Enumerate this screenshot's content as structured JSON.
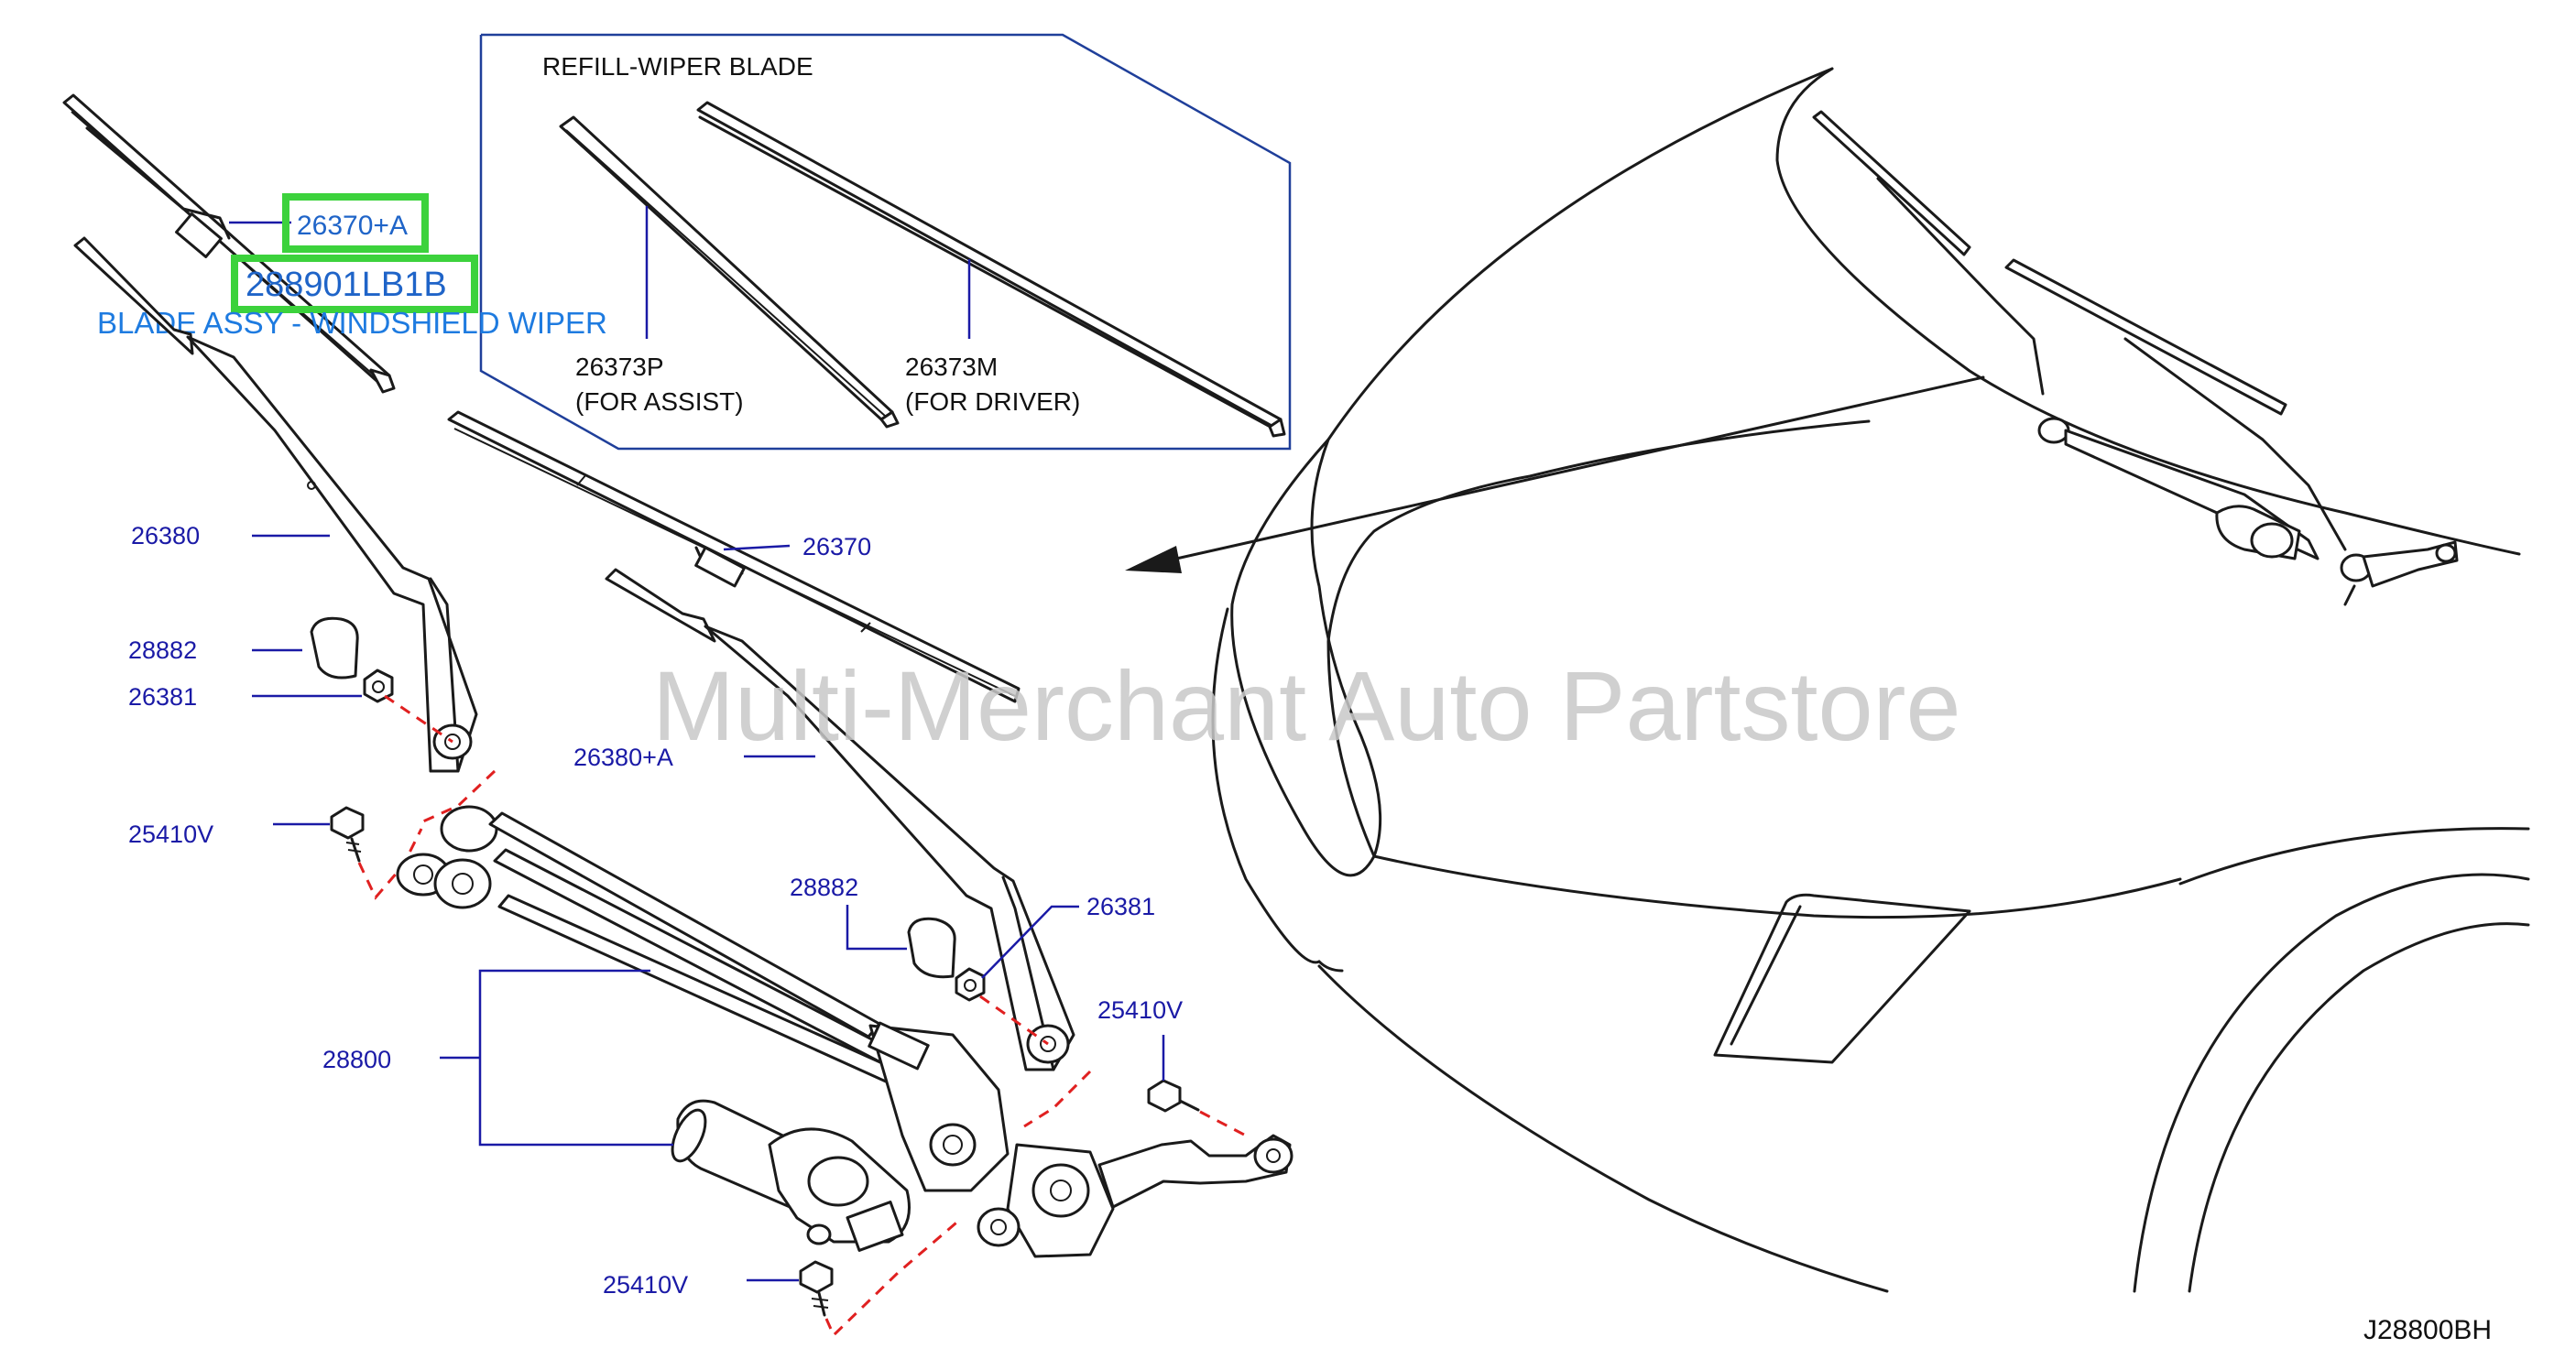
{
  "refill_box": {
    "title": "REFILL-WIPER  BLADE",
    "assist_part": "26373P",
    "assist_note": "(FOR  ASSIST)",
    "driver_part": "26373M",
    "driver_note": "(FOR  DRIVER)"
  },
  "highlight": {
    "blade_part": "26370+A",
    "oem_part": "288901LB1B",
    "oem_description": "BLADE ASSY - WINDSHIELD WIPER",
    "color": "#3cd23c"
  },
  "labels": {
    "arm_left": "26380",
    "cap_left": "28882",
    "nut_left": "26381",
    "bolt_left": "25410V",
    "blade_right": "26370",
    "arm_right": "26380+A",
    "cap_right": "28882",
    "nut_right": "26381",
    "bolt_right": "25410V",
    "linkage": "28800",
    "bolt_bottom": "25410V"
  },
  "watermark": "Multi-Merchant Auto Partstore",
  "diagram_code": "J28800BH",
  "colors": {
    "part_label": "#1a1aa6",
    "highlight_text": "#1f64c8",
    "dashed_leader": "#e02020",
    "inset_border": "#1f3f9a"
  }
}
